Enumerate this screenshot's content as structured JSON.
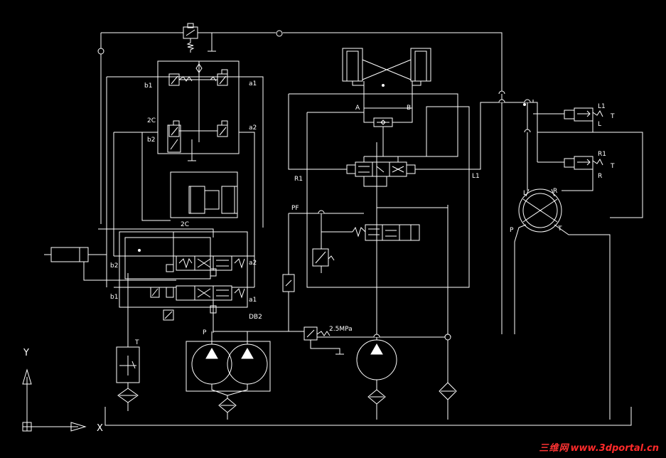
{
  "colors": {
    "background": "#000000",
    "lines": "#ffffff",
    "watermark": "#ff2a2a"
  },
  "labels": {
    "a1_top": "a1",
    "b1_top": "b1",
    "a2_top": "a2",
    "b2_top": "b2",
    "c2_top": "2C",
    "a2_low": "a2",
    "b2_low": "b2",
    "a1_low": "a1",
    "b1_low": "b1",
    "c2_low": "2C",
    "valve_code": "DB2",
    "port_p_pump": "P",
    "port_t_filter": "T",
    "pressure_setting": "2.5MPa",
    "port_pf": "PF",
    "port_r1": "R1",
    "port_l1": "L1",
    "port_a": "A",
    "port_b": "B",
    "motor_l": "L",
    "motor_r": "R",
    "motor_p": "P",
    "motor_t": "T",
    "sol_l1": "L1",
    "sol_l": "L",
    "sol_t1": "T",
    "sol_r1": "R1",
    "sol_r": "R",
    "sol_t2": "T",
    "axis_y": "Y",
    "axis_x": "X"
  },
  "watermark": {
    "chinese": "三维网",
    "url": "www.3dportal.cn"
  }
}
